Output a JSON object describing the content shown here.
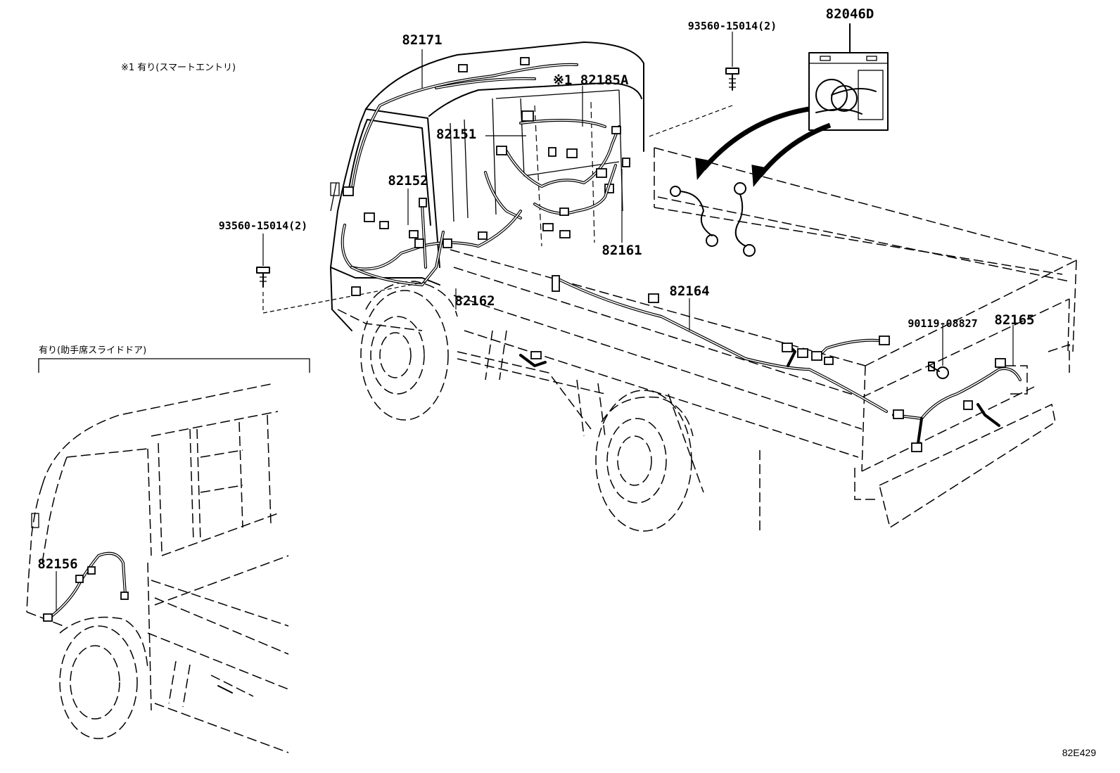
{
  "labels": {
    "p82046D": "82046D",
    "p93560_top": "93560-15014(2)",
    "p82171": "82171",
    "p82185A": "※1 82185A",
    "p82151": "82151",
    "p82152": "82152",
    "p93560_left": "93560-15014(2)",
    "p82161": "82161",
    "p82162": "82162",
    "p82164": "82164",
    "p90119": "90119-08827",
    "p82165": "82165",
    "p82156": "82156"
  },
  "notes": {
    "smart_entry": "※1 有り(スマートエントリ)",
    "slide_door": "有り(助手席スライドドア)"
  },
  "ref_code": "82E429"
}
